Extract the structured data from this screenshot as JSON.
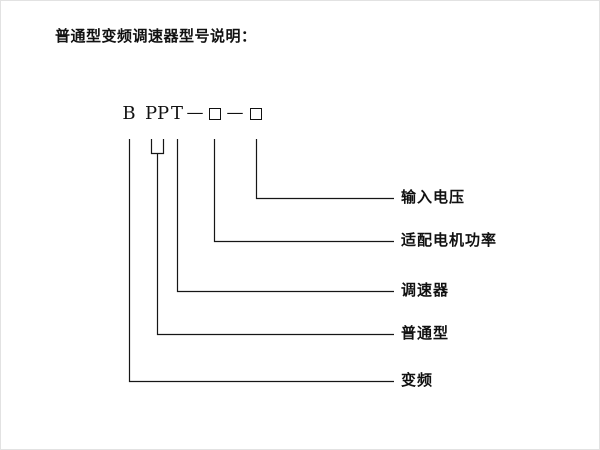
{
  "title": "普通型变频调速器型号说明：",
  "code": {
    "letters": [
      "B",
      "P",
      "P",
      "T"
    ],
    "dash": "—"
  },
  "labels": [
    "输入电压",
    "适配电机功率",
    "调速器",
    "普通型",
    "变频"
  ]
}
